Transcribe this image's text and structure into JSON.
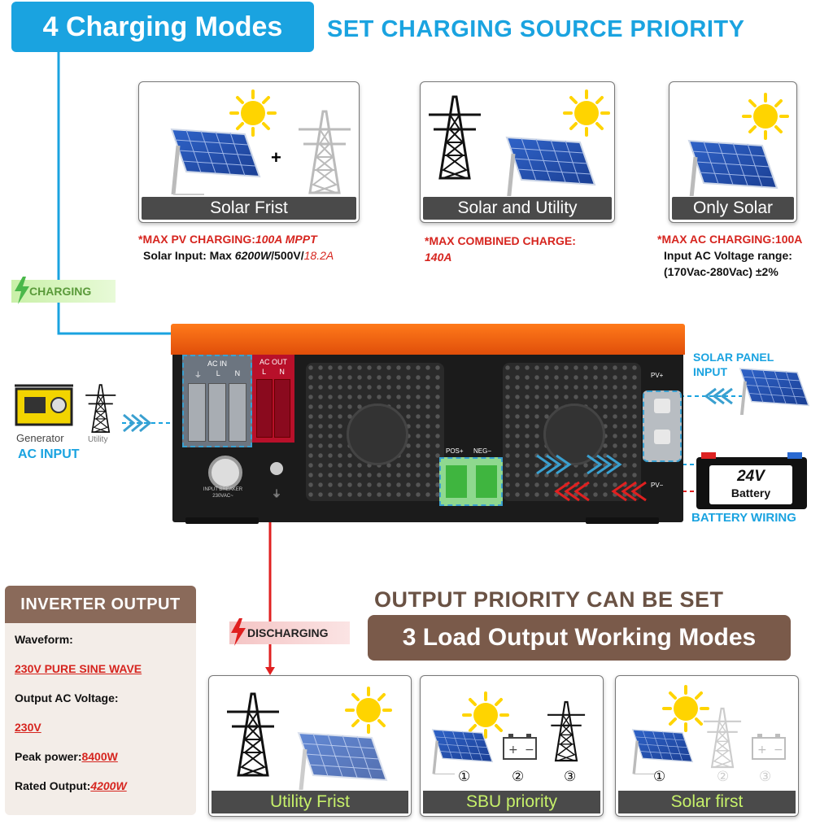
{
  "header": {
    "badge": "4 Charging Modes",
    "subtitle": "SET CHARGING SOURCE PRIORITY"
  },
  "charging_modes": [
    {
      "label": "Solar Frist",
      "plus": "+",
      "note_red": "*MAX PV CHARGING:",
      "note_red_val": "100A MPPT",
      "note2_prefix": "Solar Input:  Max ",
      "note2_a": "6200W",
      "note2_b": "/500V/",
      "note2_c": "18.2A"
    },
    {
      "label": "Solar and Utility",
      "note_red": "*MAX COMBINED CHARGE:",
      "note_red_val": "140A"
    },
    {
      "label": "Only Solar",
      "note_red": "*MAX AC CHARGING:",
      "note_red_val": "100A",
      "note2": "Input AC Voltage range:",
      "note3": "(170Vac-280Vac) ±2%"
    }
  ],
  "charging_tag": "CHARGING",
  "discharging_tag": "DISCHARGING",
  "inverter": {
    "ac_in": "AC IN",
    "ac_out": "AC OUT",
    "l": "L",
    "n": "N",
    "breaker": "INPUT BREAKER",
    "breaker_v": "230VAC~",
    "pos": "POS+",
    "neg": "NEG−",
    "pv_plus": "PV+",
    "pv_minus": "PV−"
  },
  "left_side": {
    "generator": "Generator",
    "utility": "Utility",
    "ac_input": "AC INPUT"
  },
  "right_side": {
    "solar_panel": "SOLAR PANEL",
    "solar_input": "INPUT",
    "battery_v": "24V",
    "battery": "Battery",
    "battery_wiring": "BATTERY WIRING"
  },
  "output": {
    "heading": "OUTPUT PRIORITY CAN BE SET",
    "badge": "3 Load Output Working Modes",
    "modes": [
      {
        "label": "Utility Frist"
      },
      {
        "label": "SBU priority",
        "n1": "①",
        "n2": "②",
        "n3": "③"
      },
      {
        "label": "Solar first",
        "n1": "①",
        "n2": "②",
        "n3": "③"
      }
    ]
  },
  "spec": {
    "head": "INVERTER  OUTPUT",
    "waveform_label": "Waveform:",
    "waveform_val": "230V PURE SINE WAVE",
    "voltage_label": "Output AC Voltage:",
    "voltage_val": "230V",
    "peak_label": "Peak power:",
    "peak_val": "8400W",
    "rated_label": "Rated Output:",
    "rated_val": "4200W"
  },
  "colors": {
    "blue": "#1aa3e0",
    "orange": "#e8611a",
    "red": "#d6251f",
    "brown": "#7a5a4a",
    "green": "#5fd35f"
  }
}
